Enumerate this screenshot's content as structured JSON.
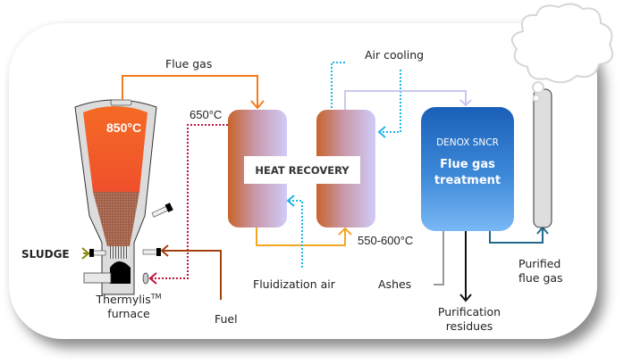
{
  "labels": {
    "flue_gas": "Flue gas",
    "temp_650": "650°C",
    "furnace_temp": "850°C",
    "air_cooling": "Air cooling",
    "heat_recovery": "HEAT RECOVERY",
    "temp_550_600": "550-600°C",
    "fluidization_air": "Fluidization air",
    "fuel": "Fuel",
    "sludge": "SLUDGE",
    "furnace_name": "Thermylis",
    "furnace_tm": "TM",
    "furnace_word": "furnace",
    "denox": "DENOX SNCR",
    "treatment_line1": "Flue gas",
    "treatment_line2": "treatment",
    "ashes": "Ashes",
    "purification_line1": "Purification",
    "purification_line2": "residues",
    "purified_line1": "Purified",
    "purified_line2": "flue gas"
  },
  "colors": {
    "flue_gas_pipe": "#f47b20",
    "hot_return_pipe": "#f5a623",
    "air_dotted": "#1fb6e8",
    "red_dotted": "#c0143c",
    "fuel_line": "#a0410d",
    "sludge_arrow": "#8a8a10",
    "lavender_pipe": "#c8c8f0",
    "purified_pipe": "#1f6a8a",
    "denox_top": "#1a5fb8",
    "denox_bottom": "#7ab8f5"
  }
}
